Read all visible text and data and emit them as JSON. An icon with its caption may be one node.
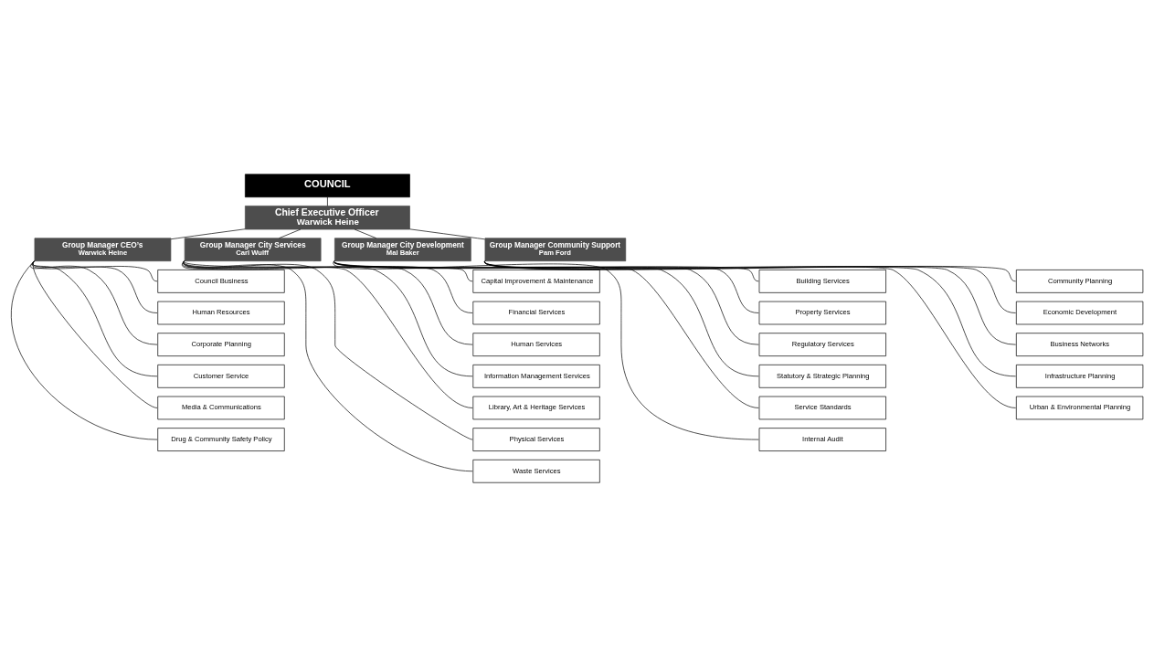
{
  "diagram": {
    "nodes": [
      {
        "text": [
          "COUNCIL"
        ]
      },
      {
        "text": [
          "Chief Executive Officer",
          "Warwick Heine"
        ]
      },
      {
        "text": [
          "Group Manager CEO’s",
          "Warwick Heine"
        ]
      },
      {
        "text": [
          "Council Business"
        ]
      },
      {
        "text": [
          "Human Resources"
        ]
      },
      {
        "text": [
          "Corporate Planning"
        ]
      },
      {
        "text": [
          "Customer Service"
        ]
      },
      {
        "text": [
          "Media & Communications"
        ]
      },
      {
        "text": [
          "Drug & Community Safety Policy"
        ]
      },
      {
        "text": [
          "Group Manager City Services",
          "Carl Wulff"
        ]
      },
      {
        "text": [
          "Capital Improvement & Maintenance"
        ]
      },
      {
        "text": [
          "Financial Services"
        ]
      },
      {
        "text": [
          "Human Services"
        ]
      },
      {
        "text": [
          "Information Management Services"
        ]
      },
      {
        "text": [
          "Library, Art & Heritage Services"
        ]
      },
      {
        "text": [
          "Physical Services"
        ]
      },
      {
        "text": [
          "Waste Services"
        ]
      },
      {
        "text": [
          "Group Manager City Development",
          "Mal Baker"
        ]
      },
      {
        "text": [
          "Building Services"
        ]
      },
      {
        "text": [
          "Property Services"
        ]
      },
      {
        "text": [
          "Regulatory Services"
        ]
      },
      {
        "text": [
          "Statutory & Strategic Planning"
        ]
      },
      {
        "text": [
          "Service Standards"
        ]
      },
      {
        "text": [
          "Internal Audit"
        ]
      },
      {
        "text": [
          "Group Manager Community Support",
          "Pam Ford"
        ]
      },
      {
        "text": [
          "Community Planning"
        ]
      },
      {
        "text": [
          "Economic Development"
        ]
      },
      {
        "text": [
          "Business Networks"
        ]
      },
      {
        "text": [
          "Infrastructure Planning"
        ]
      },
      {
        "text": [
          "Urban & Environmental Planning"
        ]
      }
    ],
    "edges": [
      {
        "from": 0,
        "to": 1,
        "arrow": "none"
      },
      {
        "from": 1,
        "to": 2,
        "arrow": "none"
      },
      {
        "from": 1,
        "to": 9,
        "arrow": "none"
      },
      {
        "from": 1,
        "to": 17,
        "arrow": "none"
      },
      {
        "from": 1,
        "to": 24,
        "arrow": "none"
      },
      {
        "from": 2,
        "to": 3,
        "arrow": "none"
      },
      {
        "from": 2,
        "to": 4,
        "arrow": "none"
      },
      {
        "from": 2,
        "to": 5,
        "arrow": "none"
      },
      {
        "from": 2,
        "to": 6,
        "arrow": "none"
      },
      {
        "from": 2,
        "to": 7,
        "arrow": "none"
      },
      {
        "from": 2,
        "to": 8,
        "arrow": "none"
      },
      {
        "from": 9,
        "to": 10,
        "arrow": "none"
      },
      {
        "from": 9,
        "to": 11,
        "arrow": "none"
      },
      {
        "from": 9,
        "to": 12,
        "arrow": "none"
      },
      {
        "from": 9,
        "to": 13,
        "arrow": "none"
      },
      {
        "from": 9,
        "to": 14,
        "arrow": "none"
      },
      {
        "from": 9,
        "to": 15,
        "arrow": "none"
      },
      {
        "from": 9,
        "to": 16,
        "arrow": "none"
      },
      {
        "from": 17,
        "to": 18,
        "arrow": "none"
      },
      {
        "from": 17,
        "to": 19,
        "arrow": "none"
      },
      {
        "from": 17,
        "to": 20,
        "arrow": "none"
      },
      {
        "from": 17,
        "to": 21,
        "arrow": "none"
      },
      {
        "from": 17,
        "to": 22,
        "arrow": "none"
      },
      {
        "from": 17,
        "to": 23,
        "arrow": "none"
      },
      {
        "from": 24,
        "to": 25,
        "arrow": "none"
      },
      {
        "from": 24,
        "to": 26,
        "arrow": "none"
      },
      {
        "from": 24,
        "to": 27,
        "arrow": "none"
      },
      {
        "from": 24,
        "to": 28,
        "arrow": "none"
      },
      {
        "from": 24,
        "to": 29,
        "arrow": "none"
      }
    ]
  }
}
